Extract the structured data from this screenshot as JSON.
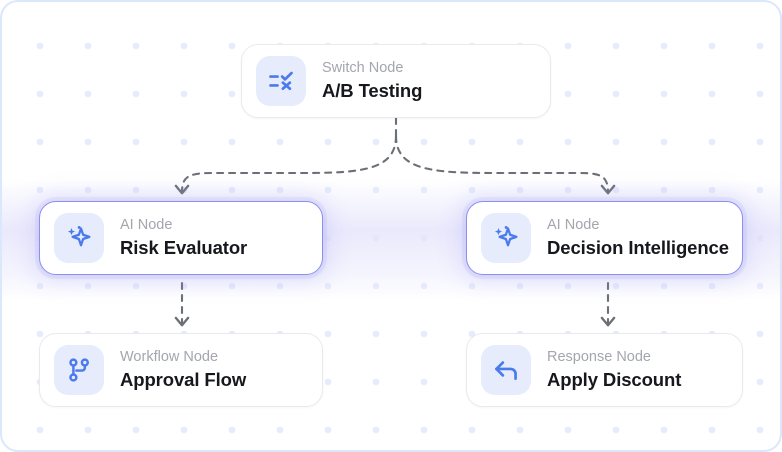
{
  "canvas": {
    "background_color": "#ffffff",
    "border_color": "#dbe7fb",
    "dot_color": "#e6ecfb",
    "accent_color": "#8e8ef0",
    "icon_color": "#4a7aee",
    "icon_tile_color": "#e6ecfc",
    "edge_color": "#6b6f76"
  },
  "nodes": [
    {
      "id": "switch",
      "kind": "Switch Node",
      "title": "A/B Testing",
      "icon": "switch-branch-icon",
      "accent": false
    },
    {
      "id": "ai-left",
      "kind": "AI Node",
      "title": "Risk Evaluator",
      "icon": "sparkle-icon",
      "accent": true
    },
    {
      "id": "ai-right",
      "kind": "AI Node",
      "title": "Decision Intelligence",
      "icon": "sparkle-icon",
      "accent": true
    },
    {
      "id": "workflow",
      "kind": "Workflow Node",
      "title": "Approval Flow",
      "icon": "git-branch-icon",
      "accent": false
    },
    {
      "id": "response",
      "kind": "Response Node",
      "title": "Apply Discount",
      "icon": "reply-arrow-icon",
      "accent": false
    }
  ],
  "edges": [
    {
      "id": "switch-to-ai-left",
      "from": "switch",
      "to": "ai-left",
      "style": "dashed"
    },
    {
      "id": "switch-to-ai-right",
      "from": "switch",
      "to": "ai-right",
      "style": "dashed"
    },
    {
      "id": "ai-left-to-workflow",
      "from": "ai-left",
      "to": "workflow",
      "style": "dashed"
    },
    {
      "id": "ai-right-to-response",
      "from": "ai-right",
      "to": "response",
      "style": "dashed"
    }
  ]
}
